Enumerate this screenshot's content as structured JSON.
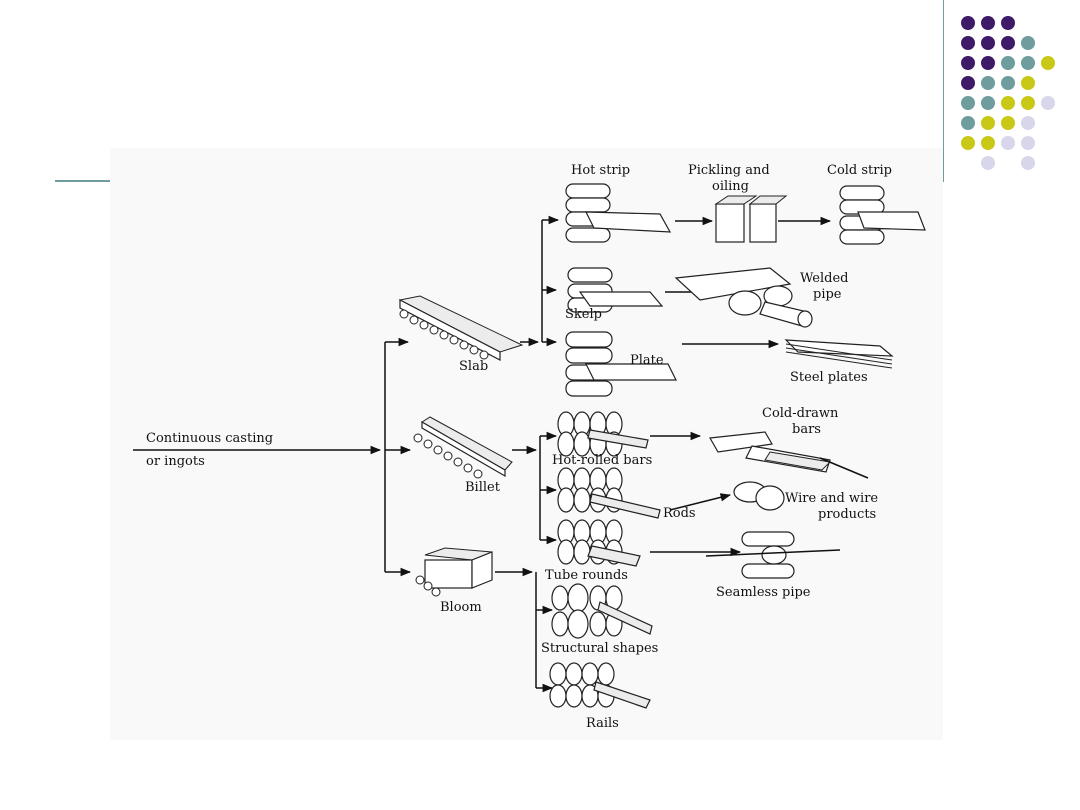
{
  "dot_colors": {
    "purple": "#3f1a69",
    "teal": "#6f9d9e",
    "yellow": "#c9c816",
    "lavender": "#d8d6ea"
  },
  "dot_grid": [
    [
      "purple",
      "purple",
      "purple",
      null,
      null
    ],
    [
      "purple",
      "purple",
      "purple",
      "teal",
      null
    ],
    [
      "purple",
      "purple",
      "teal",
      "teal",
      "yellow"
    ],
    [
      "purple",
      "teal",
      "teal",
      "yellow",
      null
    ],
    [
      "teal",
      "teal",
      "yellow",
      "yellow",
      "lavender"
    ],
    [
      "teal",
      "yellow",
      "yellow",
      "lavender",
      null
    ],
    [
      "yellow",
      "yellow",
      "lavender",
      "lavender",
      null
    ],
    [
      null,
      "lavender",
      null,
      "lavender",
      null
    ]
  ],
  "diagram": {
    "source_label_1": "Continuous casting",
    "source_label_2": "or ingots",
    "slab": "Slab",
    "billet": "Billet",
    "bloom": "Bloom",
    "hot_strip": "Hot strip",
    "pickling_1": "Pickling and",
    "pickling_2": "oiling",
    "cold_strip": "Cold strip",
    "skelp": "Skelp",
    "welded_1": "Welded",
    "welded_2": "pipe",
    "plate": "Plate",
    "steel_plates": "Steel plates",
    "cold_drawn_1": "Cold-drawn",
    "cold_drawn_2": "bars",
    "hot_rolled_bars": "Hot-rolled bars",
    "rods": "Rods",
    "wire_1": "Wire and wire",
    "wire_2": "products",
    "tube_rounds": "Tube rounds",
    "seamless_pipe": "Seamless pipe",
    "structural_shapes": "Structural shapes",
    "rails": "Rails"
  }
}
